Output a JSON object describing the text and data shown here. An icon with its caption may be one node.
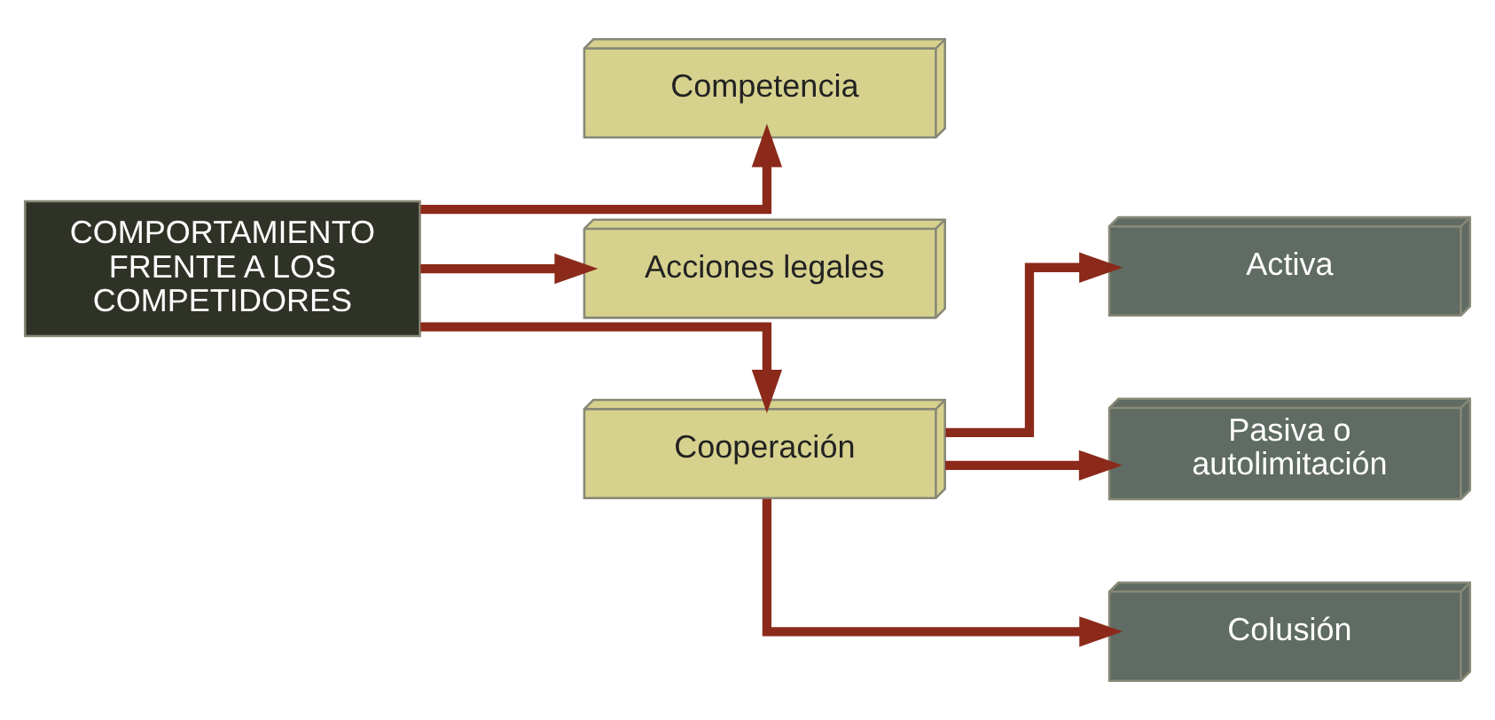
{
  "diagram": {
    "nodes": [
      {
        "text": [
          "COMPORTAMIENTO FRENTE A LOS COMPETIDORES"
        ]
      },
      {
        "text": [
          "Competencia"
        ]
      },
      {
        "text": [
          "Acciones legales"
        ]
      },
      {
        "text": [
          "Cooperación"
        ]
      },
      {
        "text": [
          "Activa"
        ]
      },
      {
        "text": [
          "Pasiva o autolimitación"
        ]
      },
      {
        "text": [
          "Colusión"
        ]
      }
    ],
    "edges": [
      {
        "from": 0,
        "to": 1,
        "arrow": "to"
      },
      {
        "from": 0,
        "to": 2,
        "arrow": "to"
      },
      {
        "from": 0,
        "to": 3,
        "arrow": "to"
      },
      {
        "from": 3,
        "to": 4,
        "arrow": "to"
      },
      {
        "from": 3,
        "to": 5,
        "arrow": "to"
      },
      {
        "from": 3,
        "to": 6,
        "arrow": "to"
      }
    ]
  }
}
